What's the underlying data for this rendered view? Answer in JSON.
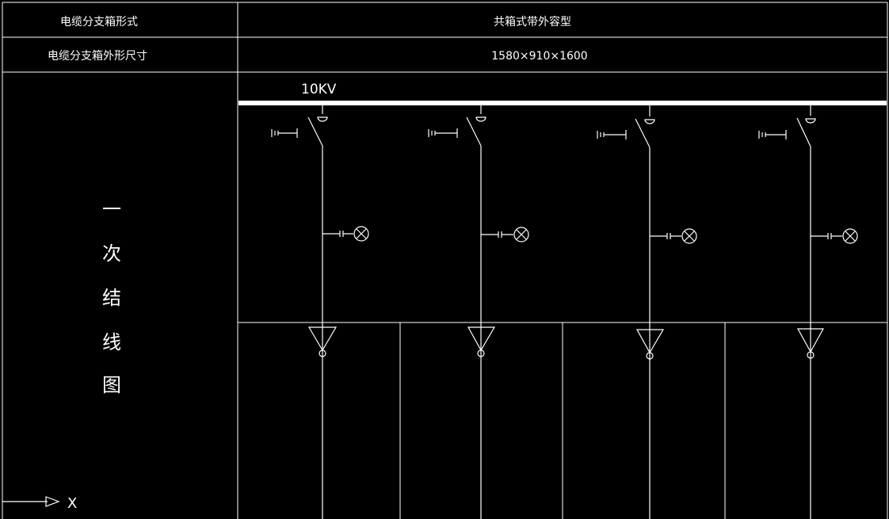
{
  "table": {
    "row1": {
      "label": "电缆分支箱形式",
      "value": "共箱式带外容型"
    },
    "row2": {
      "label": "电缆分支箱外形尺寸",
      "value": "1580×910×1600"
    },
    "row3": {
      "label_chars": [
        "一",
        "次",
        "结",
        "线",
        "图"
      ]
    }
  },
  "diagram": {
    "busbar_label": "10KV",
    "feeder_count": 4
  },
  "ucs": {
    "axis_label": "X"
  },
  "colors": {
    "background": "#000000",
    "line": "#ffffff"
  }
}
